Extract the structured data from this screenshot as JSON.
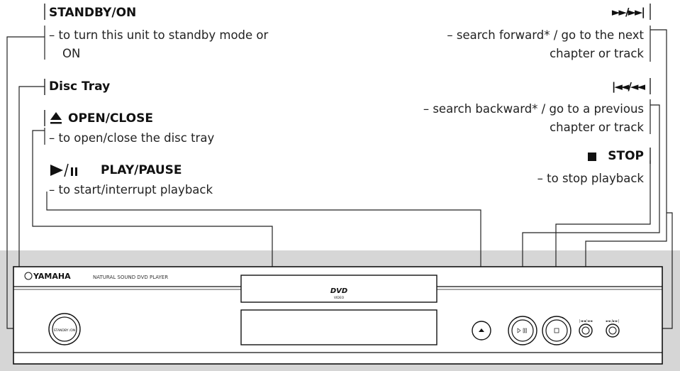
{
  "labels": {
    "standby": {
      "title": "STANDBY/ON",
      "desc_line1": "– to turn this unit to standby mode or",
      "desc_line2": "ON"
    },
    "disc_tray": {
      "title": "Disc Tray"
    },
    "open_close": {
      "title": "OPEN/CLOSE",
      "desc": "– to open/close the disc tray"
    },
    "play_pause": {
      "title": "PLAY/PAUSE",
      "desc": "– to start/interrupt playback"
    },
    "skip_forward": {
      "title": "►►/►►|",
      "desc_line1": "– search forward* / go to the next",
      "desc_line2": "chapter or track"
    },
    "skip_backward": {
      "title": "|◄◄/◄◄",
      "desc_line1": "– search backward* / go to a previous",
      "desc_line2": "chapter or track"
    },
    "stop": {
      "title": "STOP",
      "desc": "– to stop playback"
    }
  },
  "device": {
    "brand": "YAMAHA",
    "model_text": "NATURAL SOUND DVD PLAYER",
    "standby_button_label": "STANDBY /ON",
    "dvd_logo_text": "DVD",
    "dvd_logo_sub": "VIDEO",
    "skip_back_small": "|◄◄/◄◄",
    "skip_fwd_small": "►►/►►|"
  },
  "icons": [
    "eject-icon",
    "play-pause-icon",
    "stop-icon"
  ]
}
